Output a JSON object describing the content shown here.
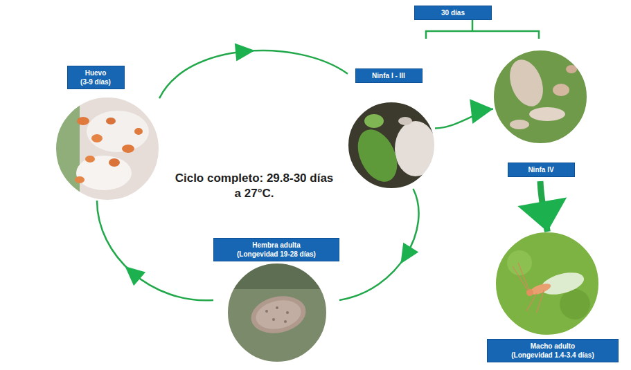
{
  "diagram": {
    "nodes": [
      {
        "text": [
          "Huevo",
          "(3-9 días)"
        ]
      },
      {
        "text": [
          "Ninfa I - III"
        ]
      },
      {
        "text": [
          "30 días"
        ]
      },
      {
        "text": [
          "Ninfa IV"
        ]
      },
      {
        "text": [
          "Hembra adulta",
          "(Longevidad 19-28 días)"
        ]
      },
      {
        "text": [
          "Macho adulto",
          "(Longevidad 1.4-3.4 días)"
        ]
      }
    ],
    "edges": [
      {
        "from": 0,
        "to": 1,
        "arrow": "to"
      },
      {
        "from": 1,
        "to": 4,
        "arrow": "to"
      },
      {
        "from": 4,
        "to": 0,
        "arrow": "to"
      },
      {
        "from": 1,
        "to": 3,
        "arrow": "to"
      },
      {
        "from": 3,
        "to": 5,
        "arrow": "to"
      }
    ],
    "labels": [
      "Ciclo completo: 29.8-30 días a 27°C."
    ]
  }
}
